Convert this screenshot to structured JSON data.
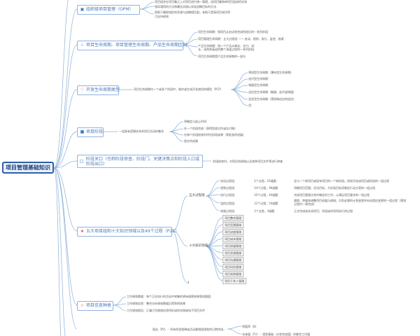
{
  "root": {
    "label": "项目管理基础知识"
  },
  "branches": {
    "opm": {
      "label": "组织级项目管理（OPM）",
      "icon": "square-icon",
      "notes": [
        "项目组合在项目集之上对项目进行统一管理，由项目集和单项目组成的实体",
        "指导通用的方法和最佳实践以实现战略目标的方法",
        "帮助于确保组织的资源与战略相匹配，有助于提高项目成功率",
        "可支持绩效"
      ]
    },
    "lifecycle": {
      "label": "项目生命周期、项目管理生命周期、产品生命周期区别",
      "icon": "star-outline-icon",
      "notes": [
        "项目生命周期：指项目从启动到完成所经历的一系列阶段",
        "项目管理生命周期：五大过程组 —— 启动、规划、执行、监控、收尾",
        "产品生命周期：指一个产品从概念、交付、成长、成熟到衰退的整个演变过程的一系列阶段",
        "项目生命周期是产品生命周期的一部分"
      ]
    },
    "dev": {
      "label": "开发生命周期类型",
      "icon": "heart-icon",
      "desc": "项目生命周期内一个或多个阶段中，制作或生成开发使用的模型（PCP）",
      "types": [
        "预测型生命周期（瀑布型生命周期）",
        "迭代型生命周期",
        "增量型生命周期",
        "适应型生命周期（敏捷、迭代或增量）",
        "混合型生命周期（预测和适应的组合）"
      ],
      "extra": "用"
    },
    "phase": {
      "label": "项目阶段",
      "icon": "blue-square-icon",
      "desc": "一组具有逻辑关系的项目活动的集合",
      "items": [
        "明确定义起止时间",
        "在一个阶段完成（获得验收文件或交付物）",
        "在每个阶段结束时评估阶段成果（获批准的进展）",
        "提交的成果"
      ]
    },
    "gate": {
      "label": "阶段关口（也称阶段审查、阶段门、关键决策点和阶段入口或阶段出口）",
      "icon": "square-outline-icon",
      "desc": "阶段结束时，对项目的绩效以及各种项目文件等进行审查"
    },
    "process": {
      "label": "五大项目组和十大知识领域以及49个过程（P25）",
      "icon": "red-star-icon",
      "groups_title": "五大过程组",
      "groups": [
        {
          "name": "启动过程组",
          "count": "2个过程，16道题",
          "desc": "定义一个新项目或现有项目的一个新阶段，授权开始该项目或阶段的一组过程"
        },
        {
          "name": "规划过程组",
          "count": "24个过程，96道题",
          "desc": "明确项目范围，优化目标，为实现目标而制定行动方案的一组过程"
        },
        {
          "name": "执行过程组",
          "count": "10个过程，40道题",
          "desc": "完成项目管理计划中确定的工作，以满足项目要求的一组过程"
        },
        {
          "name": "监控过程组",
          "count": "12个过程，50道题",
          "desc": "跟踪、审查和调整项目进展与绩效，识别必要的计划变更并启动相应变更的一组过程（预测过程约一周完成）"
        },
        {
          "name": "收尾过程组",
          "count": "1个过程，4道题",
          "desc": "正式完成或关闭项目、阶段或合同所执行的过程"
        }
      ],
      "areas_title": "十大知识领域",
      "areas": [
        "项目整合管理",
        "项目范围管理",
        "项目进度管理",
        "项目成本管理",
        "项目质量管理",
        "项目资源管理",
        "项目沟通管理",
        "项目风险管理",
        "项目采购管理",
        "项目干系人管理"
      ],
      "extra": "4"
    },
    "info": {
      "label": "项目信息种类",
      "icon": "red-star-outline-icon",
      "notes": [
        "工作绩效数据：每个正在执行的活动中收集的原始观察结果和测量值",
        "工作绩效信息：整合分析绩效数据后得到的结果",
        "工作绩效报告：汇编工作绩效信息所形成的实物或电子项目文件"
      ]
    },
    "bottom": {
      "tag": "报告（PV）：所有的里程碑或活动都按照规划的日期完成，",
      "items": [
        "挣值率（B）",
        "未来值（FV）：规划基础（计划完成值）的剩余工作量"
      ]
    }
  }
}
